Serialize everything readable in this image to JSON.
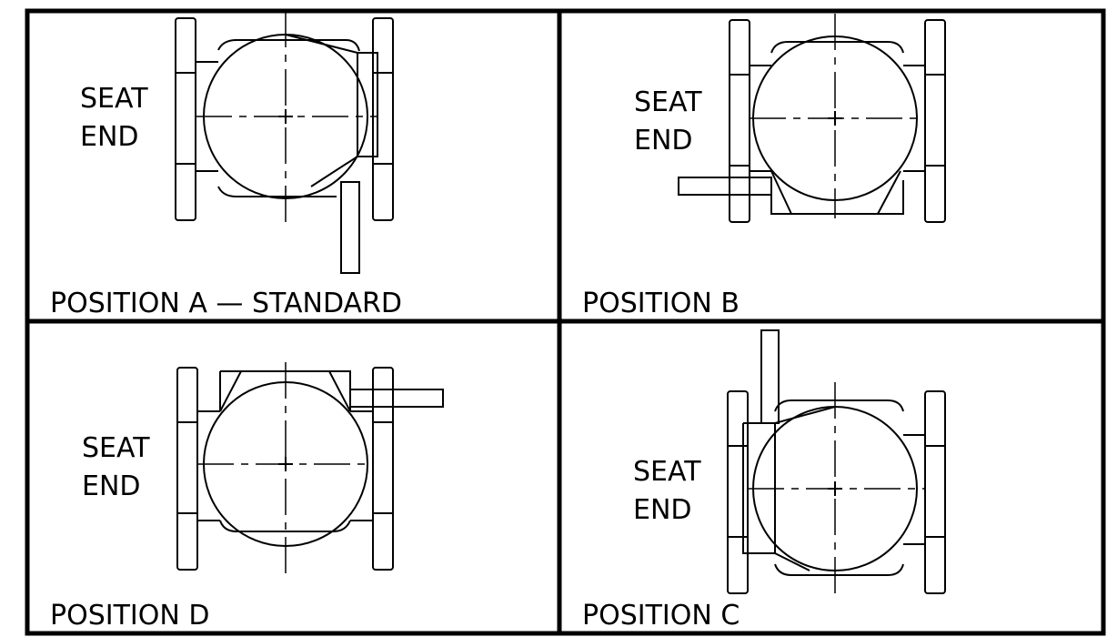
{
  "drawing": {
    "colors": {
      "line": "#000000",
      "background": "#ffffff"
    },
    "panels": [
      {
        "id": "A",
        "caption": "POSITION  A  —  STANDARD",
        "seat_label_line1": "SEAT",
        "seat_label_line2": "END",
        "handle_direction": "down"
      },
      {
        "id": "B",
        "caption": "POSITION  B",
        "seat_label_line1": "SEAT",
        "seat_label_line2": "END",
        "handle_direction": "left"
      },
      {
        "id": "D",
        "caption": "POSITION  D",
        "seat_label_line1": "SEAT",
        "seat_label_line2": "END",
        "handle_direction": "right"
      },
      {
        "id": "C",
        "caption": "POSITION  C",
        "seat_label_line1": "SEAT",
        "seat_label_line2": "END",
        "handle_direction": "up"
      }
    ]
  }
}
